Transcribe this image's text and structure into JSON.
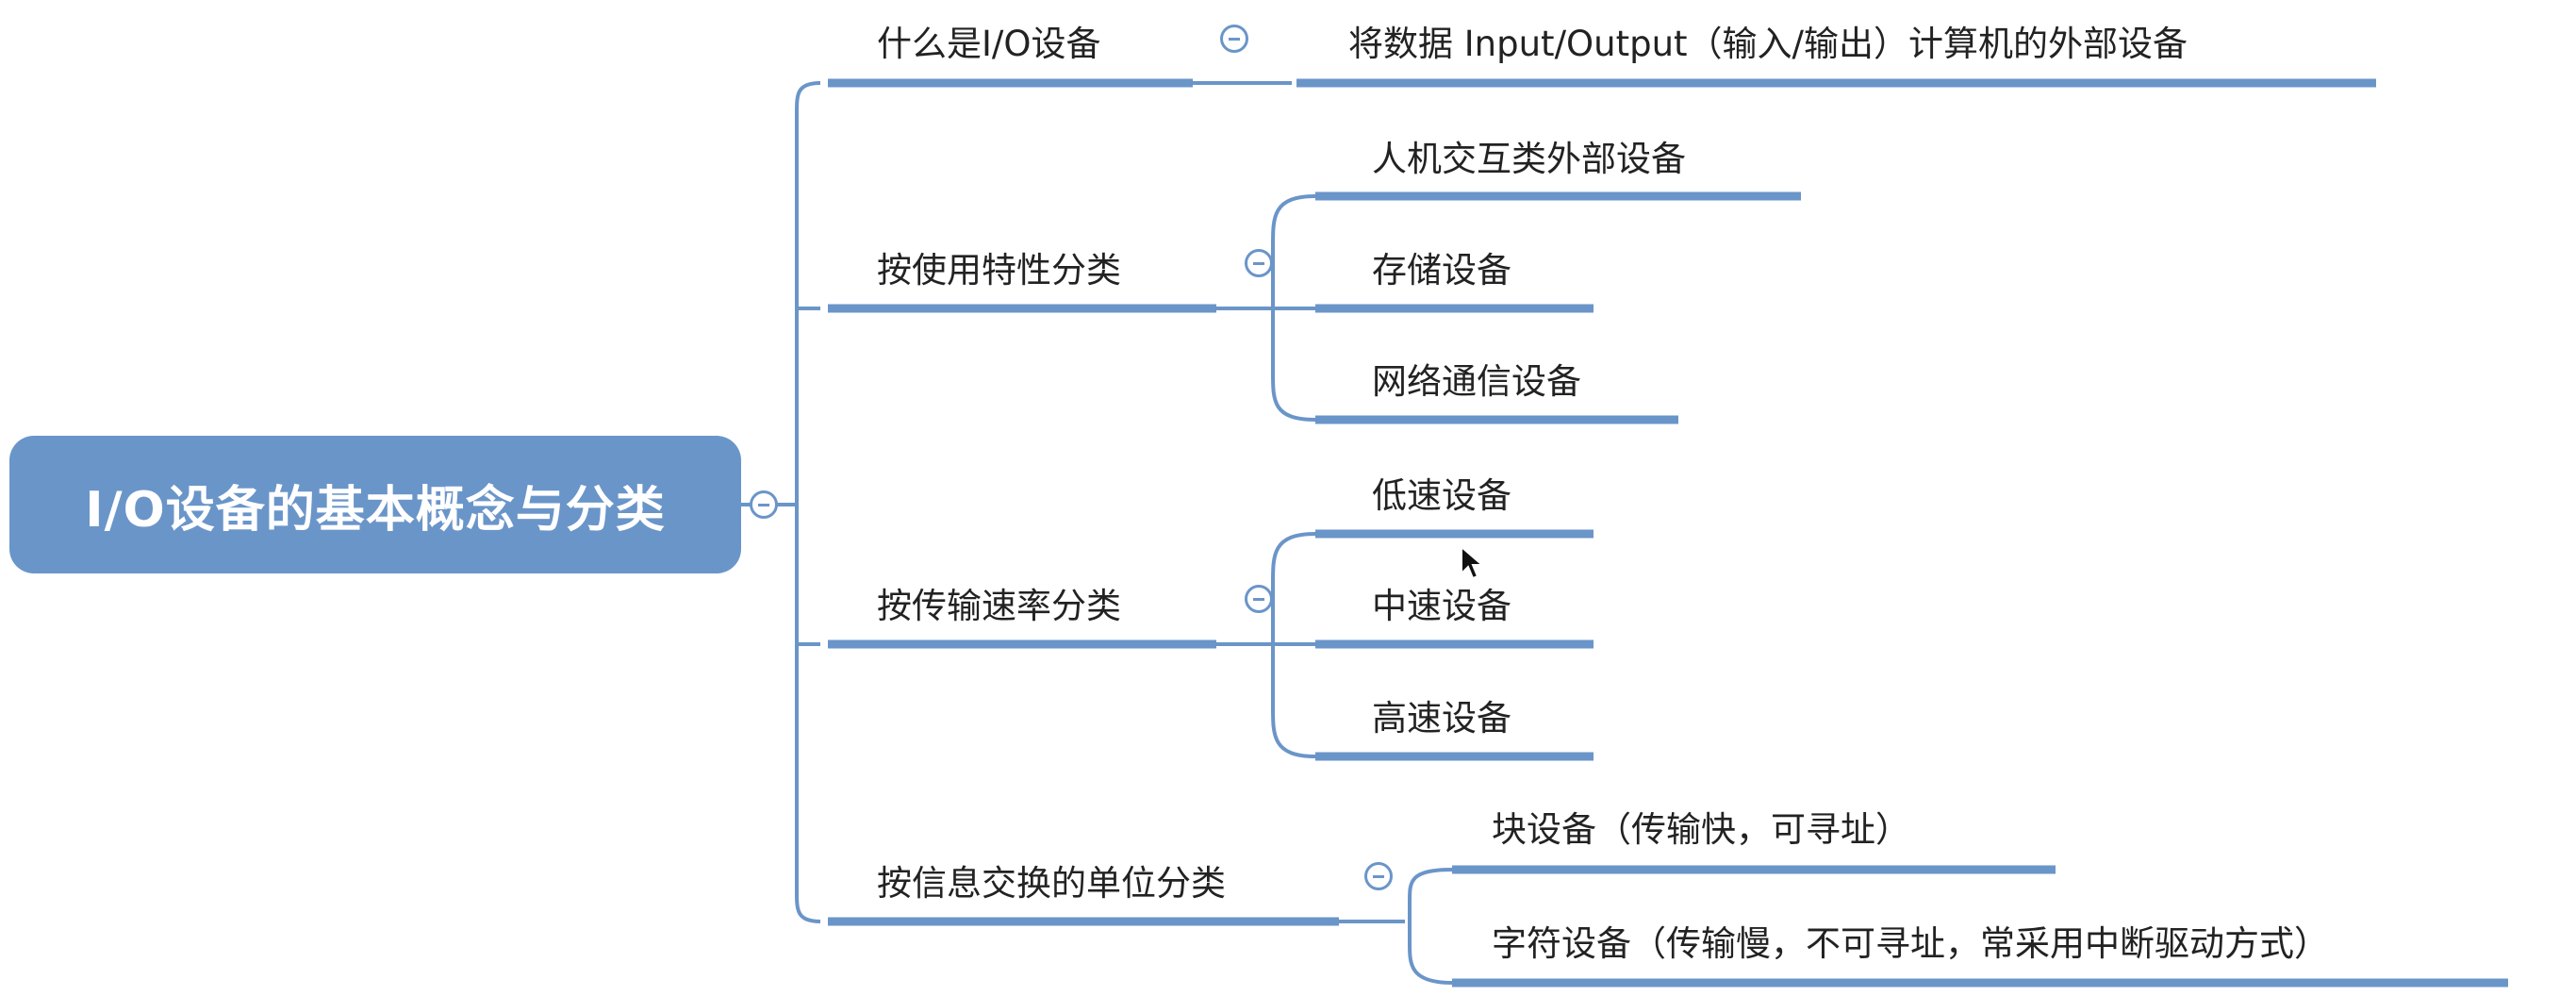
{
  "root": {
    "label": "I/O设备的基本概念与分类"
  },
  "branches": [
    {
      "label": "什么是I/O设备",
      "children": [
        {
          "label": "将数据 Input/Output（输入/输出）计算机的外部设备"
        }
      ]
    },
    {
      "label": "按使用特性分类",
      "children": [
        {
          "label": "人机交互类外部设备"
        },
        {
          "label": "存储设备"
        },
        {
          "label": "网络通信设备"
        }
      ]
    },
    {
      "label": "按传输速率分类",
      "children": [
        {
          "label": "低速设备"
        },
        {
          "label": "中速设备"
        },
        {
          "label": "高速设备"
        }
      ]
    },
    {
      "label": "按信息交换的单位分类",
      "children": [
        {
          "label": "块设备（传输快，可寻址）"
        },
        {
          "label": "字符设备（传输慢，不可寻址，常采用中断驱动方式）"
        }
      ]
    }
  ],
  "colors": {
    "line": "#6a95c9",
    "root_fill": "#6a95c9",
    "text": "#222222"
  },
  "icons": {
    "collapse": "minus-circle-icon",
    "cursor": "mouse-pointer-icon"
  }
}
